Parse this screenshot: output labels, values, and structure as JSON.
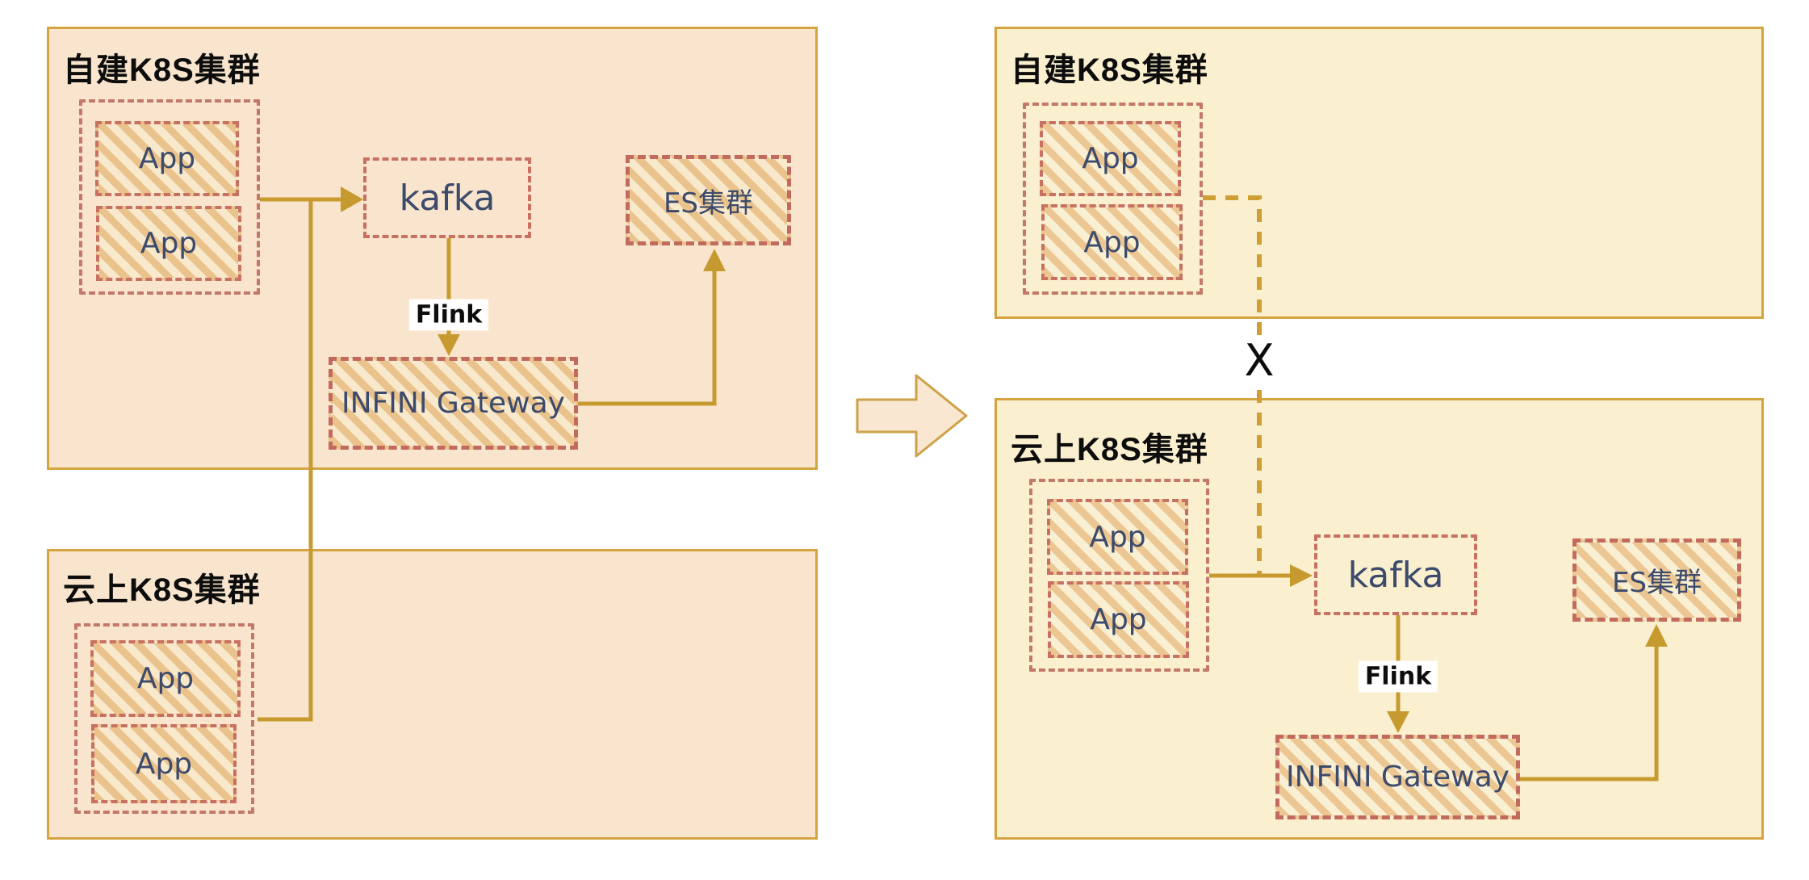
{
  "left_diagram": {
    "self_built_box": {
      "title": "自建K8S集群",
      "app_group": {
        "apps": [
          "App",
          "App"
        ]
      },
      "kafka_label": "kafka",
      "flink_label": "Flink",
      "gateway_label": "INFINI Gateway",
      "es_label": "ES集群"
    },
    "cloud_box": {
      "title": "云上K8S集群",
      "app_group": {
        "apps": [
          "App",
          "App"
        ]
      }
    }
  },
  "right_diagram": {
    "self_built_box": {
      "title": "自建K8S集群",
      "app_group": {
        "apps": [
          "App",
          "App"
        ]
      }
    },
    "cloud_box": {
      "title": "云上K8S集群",
      "app_group": {
        "apps": [
          "App",
          "App"
        ]
      },
      "kafka_label": "kafka",
      "flink_label": "Flink",
      "gateway_label": "INFINI Gateway",
      "es_label": "ES集群"
    },
    "broken_connection_marker": "X"
  },
  "colors": {
    "left_box_fill": "#f9e5cd",
    "right_box_fill": "#faf0cf",
    "box_border": "#d5a440",
    "connector_gold": "#c79a2f",
    "dashed_connector_gold": "#cf9f35",
    "node_dashed_red": "#c87062",
    "hatch_stripe": "#eac28b",
    "node_text_navy": "#3c4a6b",
    "title_text": "#0d0d0d",
    "transition_arrow_fill": "#f9e7d1",
    "transition_arrow_border": "#cda24a"
  }
}
